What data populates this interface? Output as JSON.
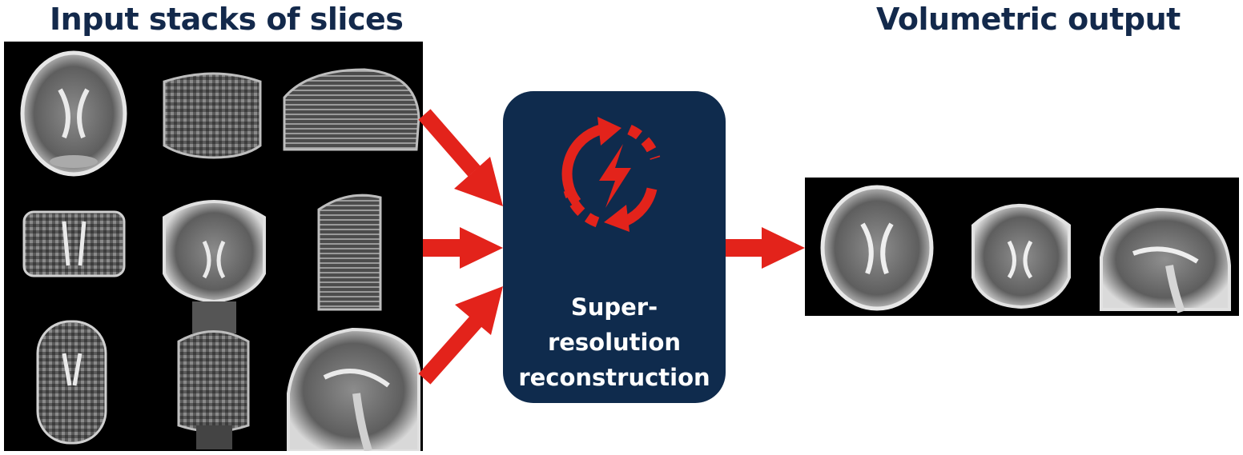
{
  "titles": {
    "input": "Input stacks of slices",
    "output": "Volumetric output"
  },
  "process": {
    "label_lines": [
      "Super-",
      "resolution",
      "reconstruction"
    ],
    "icon": "reload-lightning-icon"
  },
  "input_grid": [
    {
      "view": "axial",
      "quality": "clean"
    },
    {
      "view": "coronal",
      "quality": "blocky"
    },
    {
      "view": "sagittal",
      "quality": "blocky"
    },
    {
      "view": "axial",
      "quality": "blocky"
    },
    {
      "view": "coronal",
      "quality": "clean"
    },
    {
      "view": "sagittal",
      "quality": "blocky"
    },
    {
      "view": "axial",
      "quality": "blocky"
    },
    {
      "view": "coronal",
      "quality": "blocky"
    },
    {
      "view": "sagittal",
      "quality": "clean"
    }
  ],
  "output_views": [
    {
      "view": "axial"
    },
    {
      "view": "coronal"
    },
    {
      "view": "sagittal"
    }
  ],
  "colors": {
    "title": "#13294b",
    "box": "#0f2b4d",
    "arrow": "#e3231b",
    "label": "#ffffff"
  }
}
